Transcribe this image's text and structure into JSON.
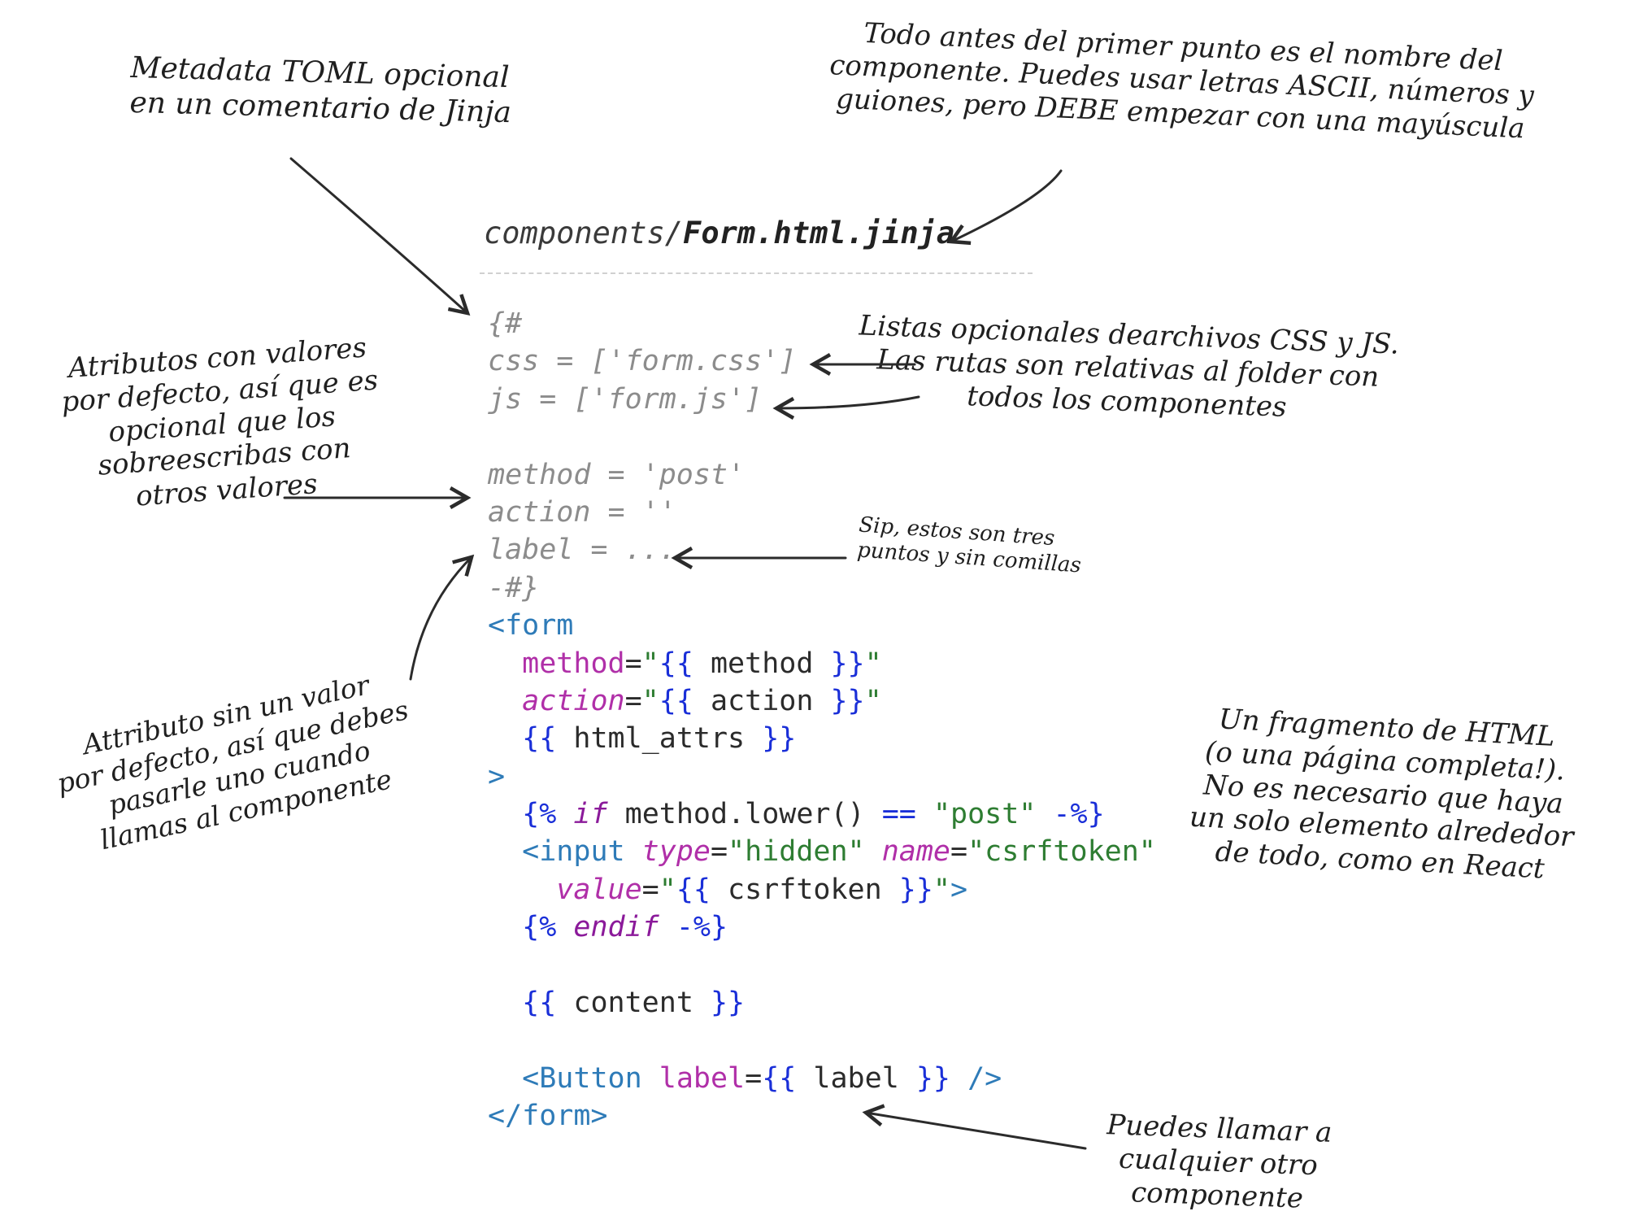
{
  "file": {
    "dir": "components/",
    "name": "Form.html.jinja"
  },
  "code_lines": [
    [
      [
        "cm",
        "{#"
      ]
    ],
    [
      [
        "cm",
        "css = ['form.css']"
      ]
    ],
    [
      [
        "cm",
        "js = ['form.js']"
      ]
    ],
    [],
    [
      [
        "cm",
        "method = 'post'"
      ]
    ],
    [
      [
        "cm",
        "action = ''"
      ]
    ],
    [
      [
        "cm",
        "label = ..."
      ]
    ],
    [
      [
        "cm",
        "-#}"
      ]
    ],
    [
      [
        "tg",
        "<form"
      ]
    ],
    [
      [
        "tx",
        "  "
      ],
      [
        "at",
        "method"
      ],
      [
        "tx",
        "="
      ],
      [
        "st",
        "\""
      ],
      [
        "br",
        "{{"
      ],
      [
        "tx",
        " method "
      ],
      [
        "br",
        "}}"
      ],
      [
        "st",
        "\""
      ]
    ],
    [
      [
        "tx",
        "  "
      ],
      [
        "ai",
        "action"
      ],
      [
        "tx",
        "="
      ],
      [
        "st",
        "\""
      ],
      [
        "br",
        "{{"
      ],
      [
        "tx",
        " action "
      ],
      [
        "br",
        "}}"
      ],
      [
        "st",
        "\""
      ]
    ],
    [
      [
        "tx",
        "  "
      ],
      [
        "br",
        "{{"
      ],
      [
        "tx",
        " html_attrs "
      ],
      [
        "br",
        "}}"
      ]
    ],
    [
      [
        "tg",
        ">"
      ]
    ],
    [
      [
        "tx",
        "  "
      ],
      [
        "br",
        "{%"
      ],
      [
        "tx",
        " "
      ],
      [
        "kw",
        "if"
      ],
      [
        "tx",
        " method.lower() "
      ],
      [
        "br",
        "=="
      ],
      [
        "tx",
        " "
      ],
      [
        "st",
        "\"post\""
      ],
      [
        "tx",
        " "
      ],
      [
        "br",
        "-%}"
      ]
    ],
    [
      [
        "tx",
        "  "
      ],
      [
        "tg",
        "<input"
      ],
      [
        "tx",
        " "
      ],
      [
        "ai",
        "type"
      ],
      [
        "tx",
        "="
      ],
      [
        "st",
        "\"hidden\""
      ],
      [
        "tx",
        " "
      ],
      [
        "ai",
        "name"
      ],
      [
        "tx",
        "="
      ],
      [
        "st",
        "\"csrftoken\""
      ]
    ],
    [
      [
        "tx",
        "    "
      ],
      [
        "ai",
        "value"
      ],
      [
        "tx",
        "="
      ],
      [
        "st",
        "\""
      ],
      [
        "br",
        "{{"
      ],
      [
        "tx",
        " csrftoken "
      ],
      [
        "br",
        "}}"
      ],
      [
        "st",
        "\""
      ],
      [
        "tg",
        ">"
      ]
    ],
    [
      [
        "tx",
        "  "
      ],
      [
        "br",
        "{%"
      ],
      [
        "tx",
        " "
      ],
      [
        "kw",
        "endif"
      ],
      [
        "tx",
        " "
      ],
      [
        "br",
        "-%}"
      ]
    ],
    [],
    [
      [
        "tx",
        "  "
      ],
      [
        "br",
        "{{"
      ],
      [
        "tx",
        " content "
      ],
      [
        "br",
        "}}"
      ]
    ],
    [],
    [
      [
        "tx",
        "  "
      ],
      [
        "tg",
        "<Button"
      ],
      [
        "tx",
        " "
      ],
      [
        "at",
        "label"
      ],
      [
        "tx",
        "="
      ],
      [
        "br",
        "{{"
      ],
      [
        "tx",
        " label "
      ],
      [
        "br",
        "}}"
      ],
      [
        "tx",
        " "
      ],
      [
        "tg",
        "/>"
      ]
    ],
    [
      [
        "tg",
        "</form>"
      ]
    ]
  ],
  "annotations": {
    "toml": [
      "Metadata TOML opcional",
      "en un comentario de Jinja"
    ],
    "name": [
      "Todo antes del primer punto es el nombre del",
      "componente. Puedes usar letras ASCII, números y",
      "guiones, pero DEBE empezar con una mayúscula"
    ],
    "assets": [
      "Listas opcionales dearchivos CSS y JS.",
      "Las rutas son relativas al folder con",
      "todos los componentes"
    ],
    "defaults": [
      "Atributos con valores",
      "por defecto, así que es",
      "opcional que los",
      "sobreescribas con",
      "otros valores"
    ],
    "ellipsis": [
      "Sip, estos son tres",
      "puntos y sin comillas"
    ],
    "required": [
      "Attributo sin un valor",
      "por defecto, así que debes",
      "pasarle uno cuando",
      "llamas al componente"
    ],
    "fragment": [
      "Un fragmento de HTML",
      "(o una página completa!).",
      "No es necesario que haya",
      "un solo elemento alrededor",
      "de todo, como en React"
    ],
    "call": [
      "Puedes llamar a",
      "cualquier otro",
      "componente"
    ]
  }
}
